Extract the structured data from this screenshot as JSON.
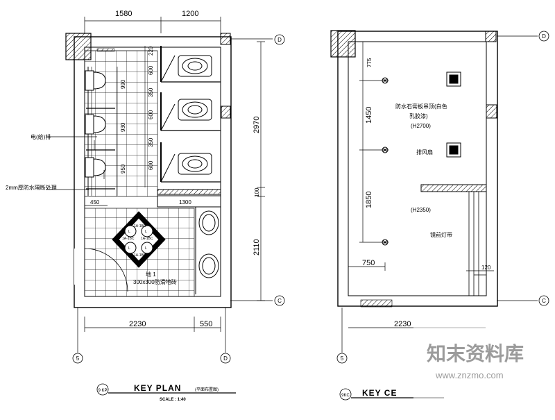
{
  "left_plan": {
    "top_dims": [
      "1580",
      "1200"
    ],
    "left_small_dims": [
      "990",
      "930",
      "950"
    ],
    "stall_dims": [
      "220",
      "600",
      "350",
      "600",
      "350",
      "600"
    ],
    "right_dims": [
      "2970",
      "100",
      "2110"
    ],
    "bottom_inner_dims": [
      "450",
      "1300"
    ],
    "bottom_dims": [
      "2230",
      "550"
    ],
    "grid_labels": [
      "D",
      "C",
      "5",
      "D"
    ],
    "labels": {
      "washbasin": "电(给)排",
      "partition": "2mm厚防水隔断处理",
      "floor_tile": "地 1",
      "floor_tile_note": "300x300防滑地砖",
      "tile_marks": [
        "L",
        "L",
        "L",
        "L"
      ],
      "tile_codes": [
        "1A-1BC",
        "1A-1BC",
        "1A-1BC",
        "1A-1BC"
      ]
    },
    "title": {
      "badge": "9 KP",
      "name": "KEY PLAN",
      "subtitle": "(平面布置图)",
      "scale": "SCALE :  1:40"
    }
  },
  "right_plan": {
    "left_dims": [
      "775",
      "1450",
      "1850"
    ],
    "bottom_dims": [
      "750",
      "2230",
      "120"
    ],
    "grid_labels": [
      "D",
      "C",
      "5"
    ],
    "labels": {
      "ceiling_note_1": "防水石膏板吊顶(白色",
      "ceiling_note_2": "乳胶漆)",
      "ceiling_note_3": "(H2700)",
      "exhaust_fan": "排风扇",
      "mirror_height": "(H2350)",
      "mirror_light": "镜前灯带"
    },
    "title": {
      "badge": "9KC",
      "name": "KEY CE"
    }
  },
  "watermark": {
    "cn": "知末资料库",
    "url": "www.znzmo.com"
  }
}
